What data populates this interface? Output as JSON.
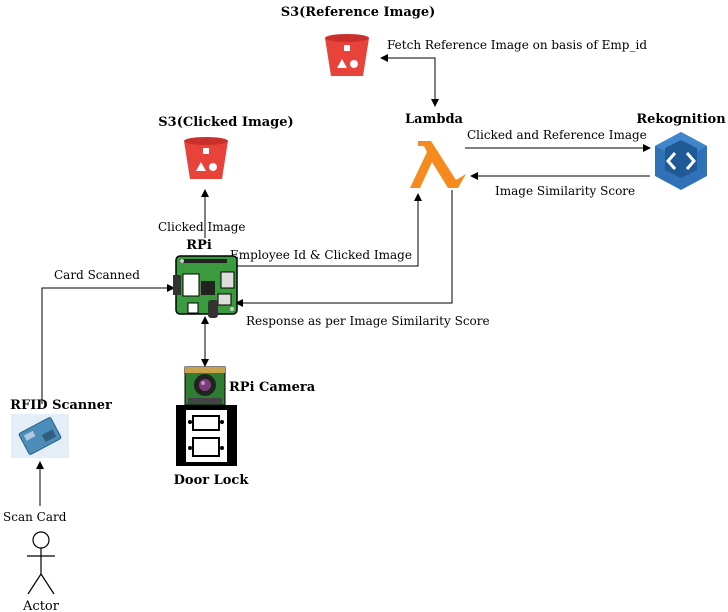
{
  "nodes": {
    "s3_reference": {
      "title": "S3(Reference Image)",
      "icon": "s3-bucket-icon"
    },
    "s3_clicked": {
      "title": "S3(Clicked Image)",
      "icon": "s3-bucket-icon"
    },
    "lambda": {
      "title": "Lambda",
      "icon": "lambda-icon"
    },
    "rekognition": {
      "title": "Rekognition",
      "icon": "rekognition-icon"
    },
    "rpi": {
      "title": "RPi",
      "icon": "raspberry-pi-board-icon"
    },
    "rpi_camera": {
      "title": "RPi Camera",
      "icon": "camera-module-icon"
    },
    "door_lock": {
      "title": "Door Lock",
      "icon": "door-lock-icon"
    },
    "rfid_scanner": {
      "title": "RFID Scanner",
      "icon": "rfid-scanner-icon"
    },
    "actor": {
      "title": "Actor",
      "icon": "actor-icon"
    }
  },
  "edges": {
    "fetch_reference": "Fetch Reference Image  on basis of Emp_id",
    "clicked_and_reference": "Clicked and Reference Image",
    "similarity_score": "Image Similarity Score",
    "clicked_image": "Clicked Image",
    "employee_id": "Employee Id & Clicked Image",
    "response": "Response as per Image Similarity Score",
    "card_scanned": "Card Scanned",
    "scan_card": "Scan Card"
  },
  "colors": {
    "s3_red": "#e7433a",
    "lambda_orange": "#f58a1f",
    "rekognition_blue": "#2f72b8",
    "rpi_green": "#3b9a3d",
    "rfid_blue": "#4b8cb8"
  }
}
